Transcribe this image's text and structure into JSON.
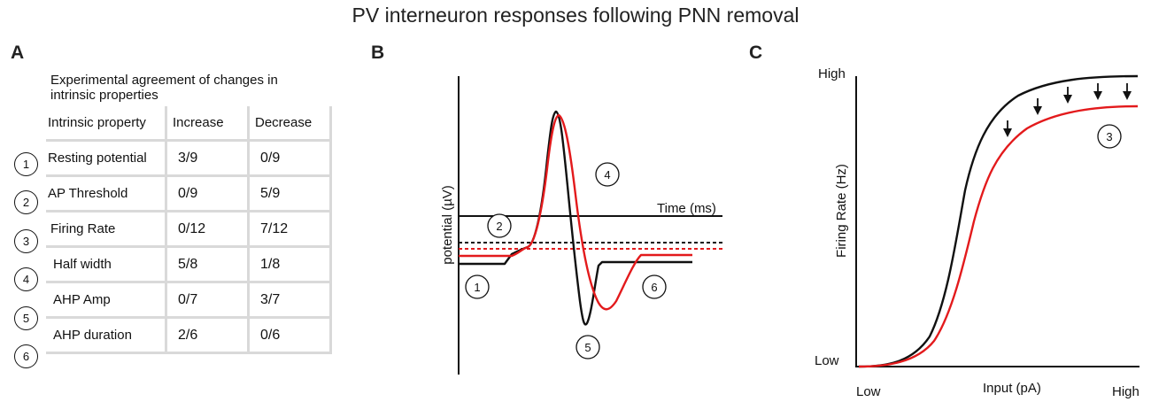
{
  "figure": {
    "title": "PV interneuron responses following PNN removal"
  },
  "panels": {
    "a": "A",
    "b": "B",
    "c": "C"
  },
  "panel_a": {
    "caption": "Experimental agreement of changes in intrinsic properties",
    "headers": [
      "Intrinsic property",
      "Increase",
      "Decrease"
    ],
    "rows": [
      {
        "num": "1",
        "property": "Resting potential",
        "increase": "3/9",
        "decrease": "0/9"
      },
      {
        "num": "2",
        "property": "AP Threshold",
        "increase": "0/9",
        "decrease": "5/9"
      },
      {
        "num": "3",
        "property": "Firing Rate",
        "increase": "0/12",
        "decrease": "7/12"
      },
      {
        "num": "4",
        "property": "Half width",
        "increase": "5/8",
        "decrease": "1/8"
      },
      {
        "num": "5",
        "property": "AHP Amp",
        "increase": "0/7",
        "decrease": "3/7"
      },
      {
        "num": "6",
        "property": "AHP duration",
        "increase": "2/6",
        "decrease": "0/6"
      }
    ]
  },
  "panel_b": {
    "ylabel": "potential (µV)",
    "xlabel": "Time (ms)",
    "markers": [
      "1",
      "2",
      "4",
      "5",
      "6"
    ]
  },
  "panel_c": {
    "ylabel": "Firing Rate (Hz)",
    "xlabel": "Input (pA)",
    "y_high": "High",
    "y_low": "Low",
    "x_low": "Low",
    "x_high": "High",
    "marker": "3"
  },
  "colors": {
    "control": "#111111",
    "pnn_removed": "#e31a1c"
  }
}
